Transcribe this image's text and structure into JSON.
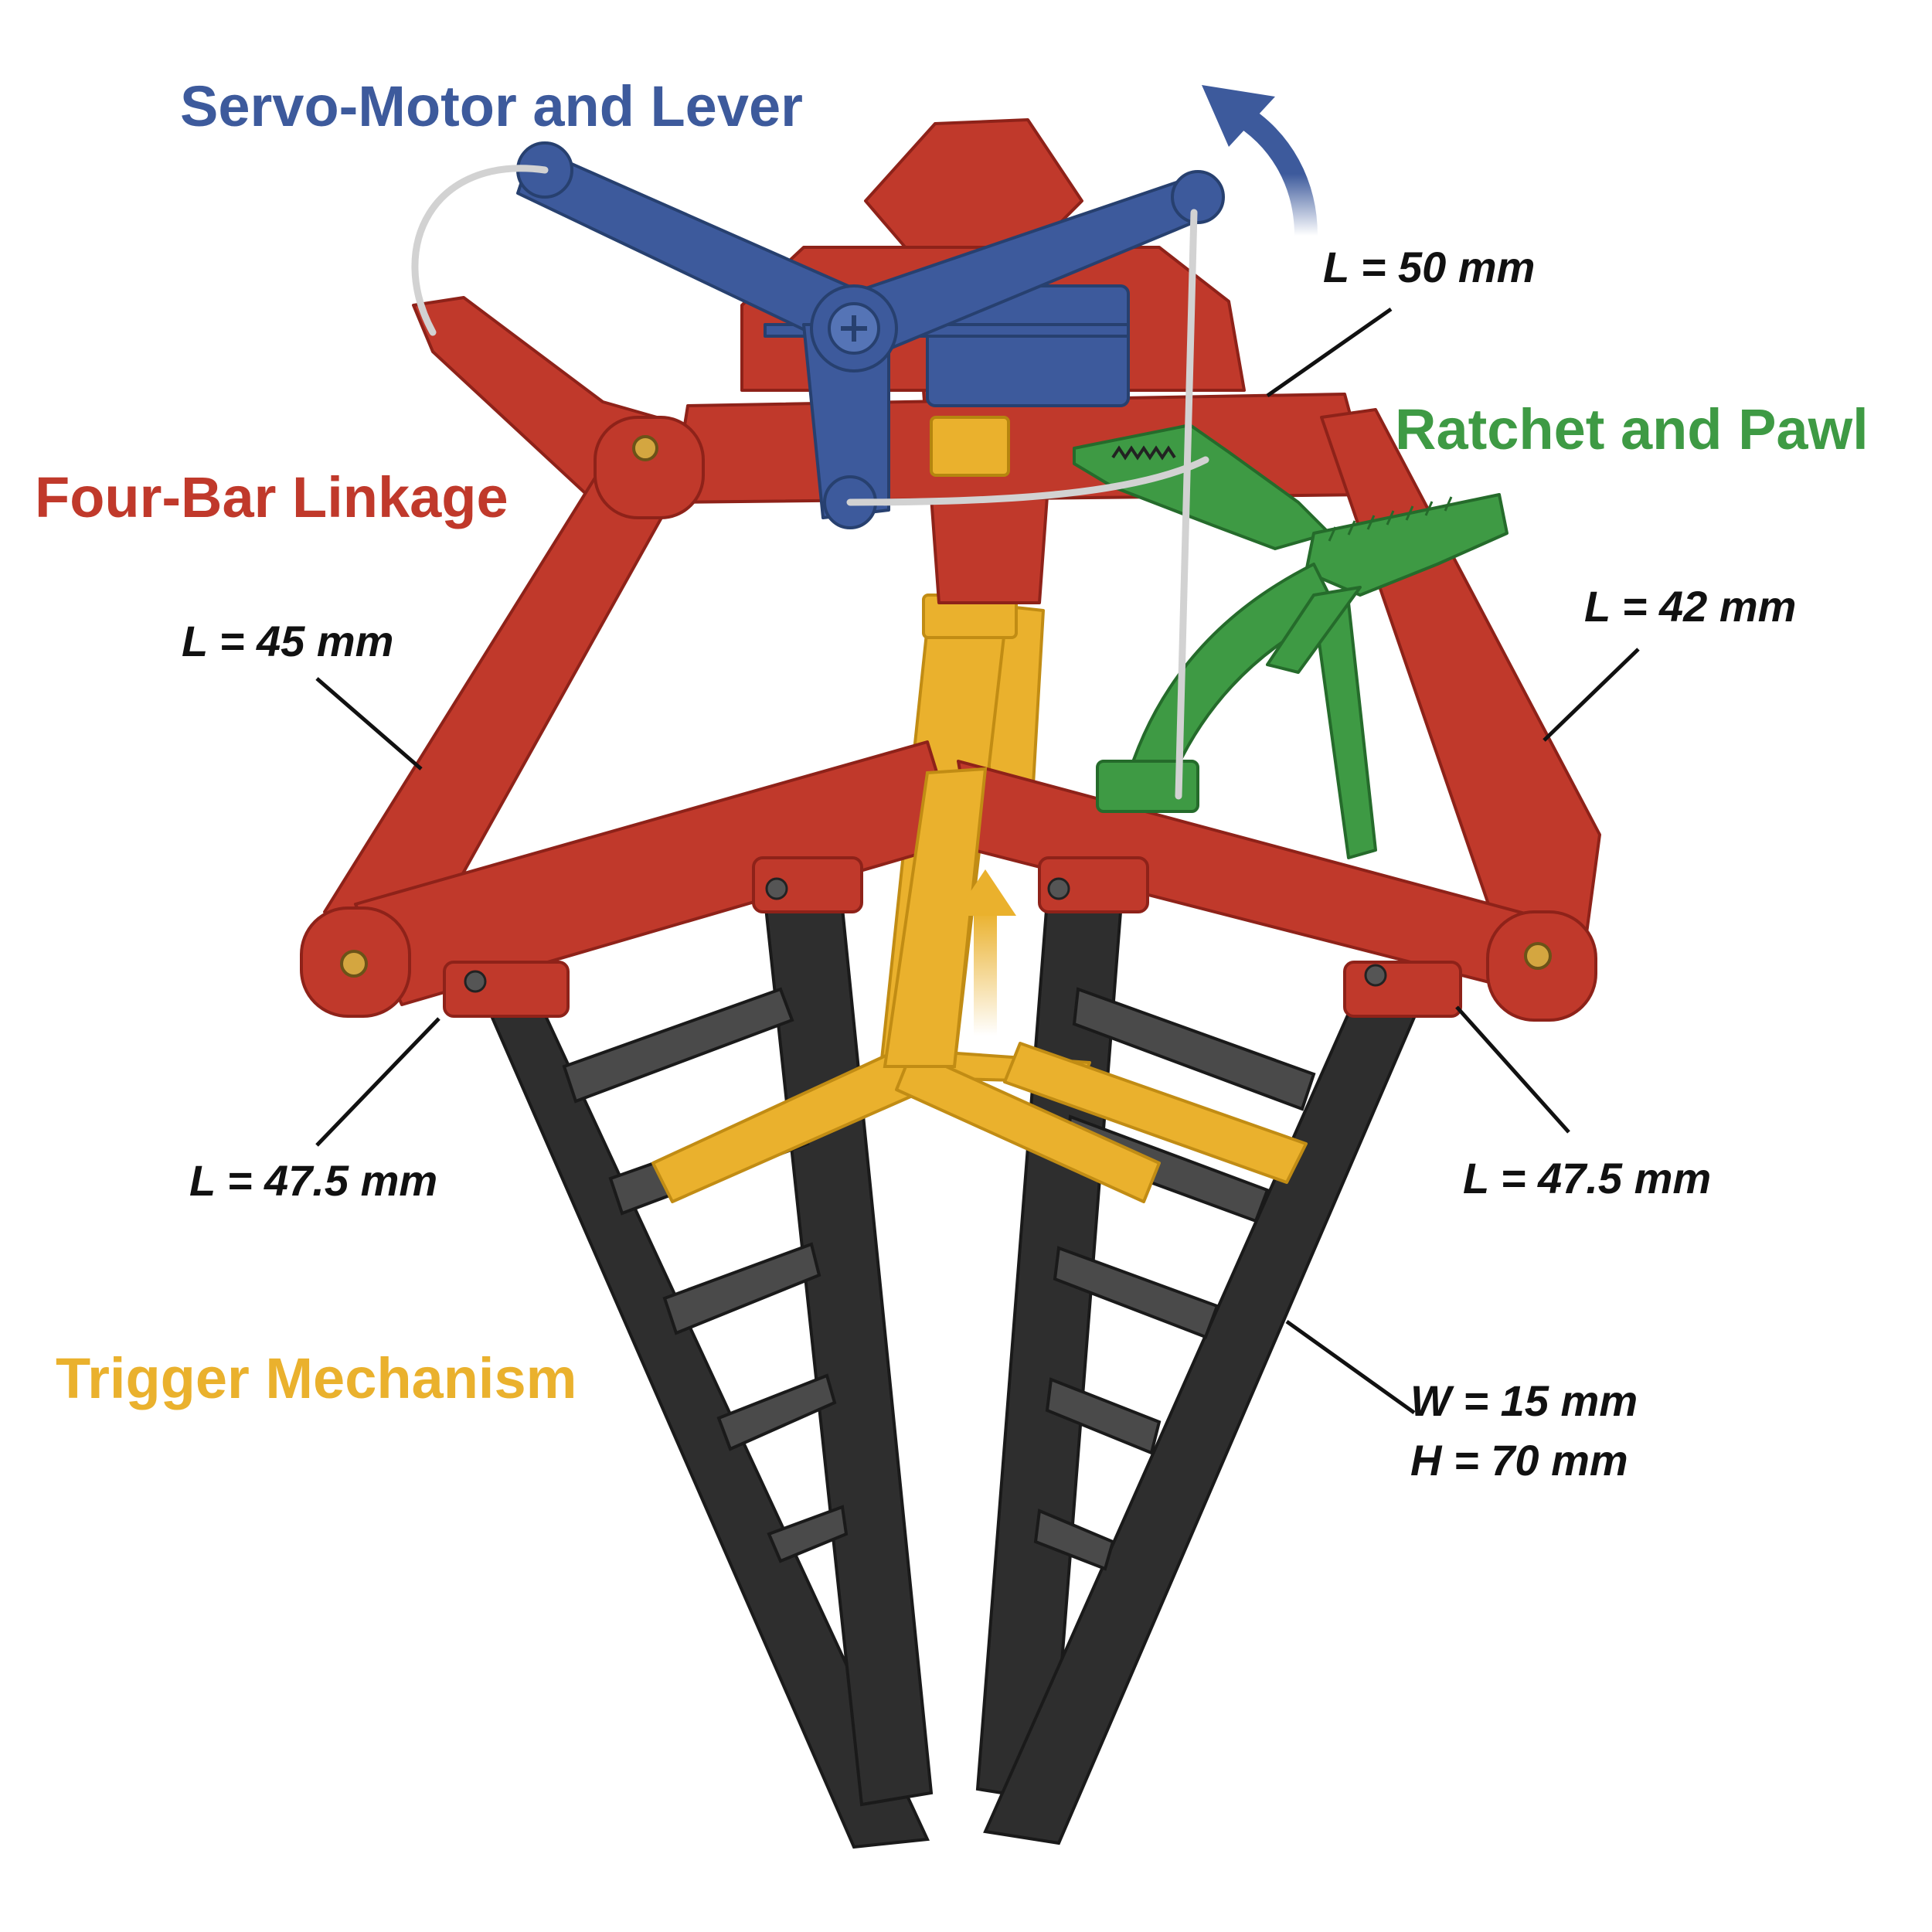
{
  "titles": {
    "servo": "Servo-Motor and Lever",
    "four_bar": "Four-Bar Linkage",
    "ratchet": "Ratchet and Pawl",
    "trigger": "Trigger Mechanism"
  },
  "dimensions": {
    "top": "L = 50 mm",
    "left_link": "L = 45 mm",
    "right_link": "L = 42 mm",
    "left_finger": "L = 47.5 mm",
    "right_finger": "L = 47.5 mm",
    "finger_width": "W = 15 mm",
    "finger_height": "H = 70 mm"
  },
  "colors": {
    "servo": "#3d5a9c",
    "four_bar": "#c0392b",
    "ratchet": "#3e9a44",
    "trigger": "#eab12d",
    "finger": "#2e2e2e",
    "cable": "#dcdcdc",
    "leader": "#111111"
  }
}
